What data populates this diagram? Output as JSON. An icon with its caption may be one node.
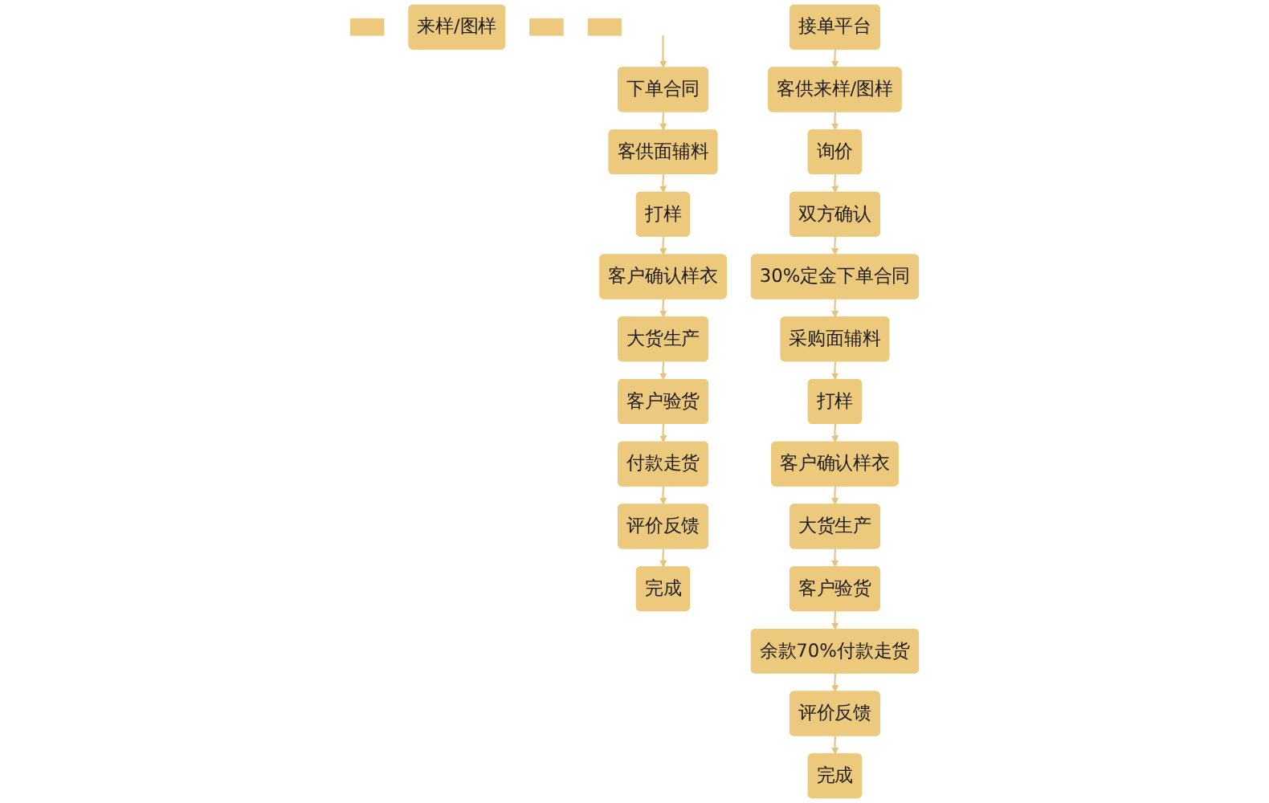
{
  "diagram": {
    "nodes": [
      {
        "text": [],
        "shape": "box"
      },
      {
        "text": [
          "来样/图样"
        ]
      },
      {
        "text": [],
        "shape": "box"
      },
      {
        "text": [],
        "shape": "box"
      },
      {
        "text": [
          "下单合同"
        ]
      },
      {
        "text": [
          "客供面辅料"
        ]
      },
      {
        "text": [
          "打样"
        ]
      },
      {
        "text": [
          "客户确认样衣"
        ]
      },
      {
        "text": [
          "大货生产"
        ]
      },
      {
        "text": [
          "客户验货"
        ]
      },
      {
        "text": [
          "付款走货"
        ]
      },
      {
        "text": [
          "评价反馈"
        ]
      },
      {
        "text": [
          "完成"
        ]
      },
      {
        "text": [
          "接单平台"
        ]
      },
      {
        "text": [
          "客供来样/图样"
        ]
      },
      {
        "text": [
          "询价"
        ]
      },
      {
        "text": [
          "双方确认"
        ]
      },
      {
        "text": [
          "30%定金下单合同"
        ]
      },
      {
        "text": [
          "采购面辅料"
        ]
      },
      {
        "text": [
          "打样"
        ]
      },
      {
        "text": [
          "客户确认样衣"
        ]
      },
      {
        "text": [
          "大货生产"
        ]
      },
      {
        "text": [
          "客户验货"
        ]
      },
      {
        "text": [
          "余款70%付款走货"
        ]
      },
      {
        "text": [
          "评价反馈"
        ]
      },
      {
        "text": [
          "完成"
        ]
      }
    ],
    "edges": [
      {
        "from": null,
        "to": 4,
        "arrow": "to"
      },
      {
        "from": 4,
        "to": 5,
        "arrow": "to"
      },
      {
        "from": 5,
        "to": 6,
        "arrow": "to"
      },
      {
        "from": 6,
        "to": 7,
        "arrow": "to"
      },
      {
        "from": 7,
        "to": 8,
        "arrow": "to"
      },
      {
        "from": 8,
        "to": 9,
        "arrow": "to"
      },
      {
        "from": 9,
        "to": 10,
        "arrow": "to"
      },
      {
        "from": 10,
        "to": 11,
        "arrow": "to"
      },
      {
        "from": 11,
        "to": 12,
        "arrow": "to"
      },
      {
        "from": 13,
        "to": 14,
        "arrow": "to"
      },
      {
        "from": 14,
        "to": 15,
        "arrow": "to"
      },
      {
        "from": 15,
        "to": 16,
        "arrow": "to"
      },
      {
        "from": 16,
        "to": 17,
        "arrow": "to"
      },
      {
        "from": 17,
        "to": 18,
        "arrow": "to"
      },
      {
        "from": 18,
        "to": 19,
        "arrow": "to"
      },
      {
        "from": 19,
        "to": 20,
        "arrow": "to"
      },
      {
        "from": 20,
        "to": 21,
        "arrow": "to"
      },
      {
        "from": 21,
        "to": 22,
        "arrow": "to"
      },
      {
        "from": 22,
        "to": 23,
        "arrow": "to"
      },
      {
        "from": 23,
        "to": 24,
        "arrow": "to"
      },
      {
        "from": 24,
        "to": 25,
        "arrow": "to"
      }
    ]
  }
}
